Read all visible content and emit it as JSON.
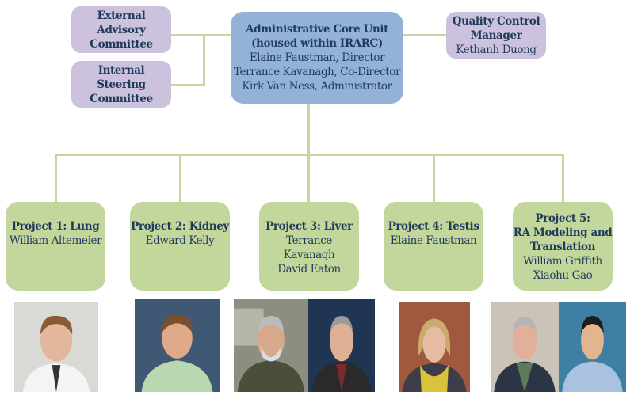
{
  "committees": [
    {
      "title_lines": [
        "External",
        "Advisory",
        "Committee"
      ]
    },
    {
      "title_lines": [
        "Internal",
        "Steering",
        "Committee"
      ]
    }
  ],
  "admin": {
    "title_lines": [
      "Administrative Core Unit",
      "(housed within IRARC)"
    ],
    "people": [
      "Elaine Faustman, Director",
      "Terrance Kavanagh, Co-Director",
      "Kirk Van Ness, Administrator"
    ]
  },
  "qc": {
    "title_lines": [
      "Quality Control",
      "Manager"
    ],
    "people": [
      "Kethanh Duong"
    ]
  },
  "projects": [
    {
      "title_lines": [
        "Project 1: Lung"
      ],
      "people": [
        "William Altemeier"
      ]
    },
    {
      "title_lines": [
        "Project 2: Kidney"
      ],
      "people": [
        "Edward Kelly"
      ]
    },
    {
      "title_lines": [
        "Project 3: Liver"
      ],
      "people": [
        "Terrance Kavanagh",
        "David Eaton"
      ]
    },
    {
      "title_lines": [
        "Project 4: Testis"
      ],
      "people": [
        "Elaine Faustman"
      ]
    },
    {
      "title_lines": [
        "Project 5:",
        "RA Modeling and",
        "Translation"
      ],
      "people": [
        "William Griffith",
        "Xiaohu Gao"
      ]
    }
  ],
  "colors": {
    "committee": "#cdc2dd",
    "admin": "#94b2d7",
    "project": "#c3d69c",
    "connector": "#c4d79e",
    "text": "#1f3b5c"
  }
}
